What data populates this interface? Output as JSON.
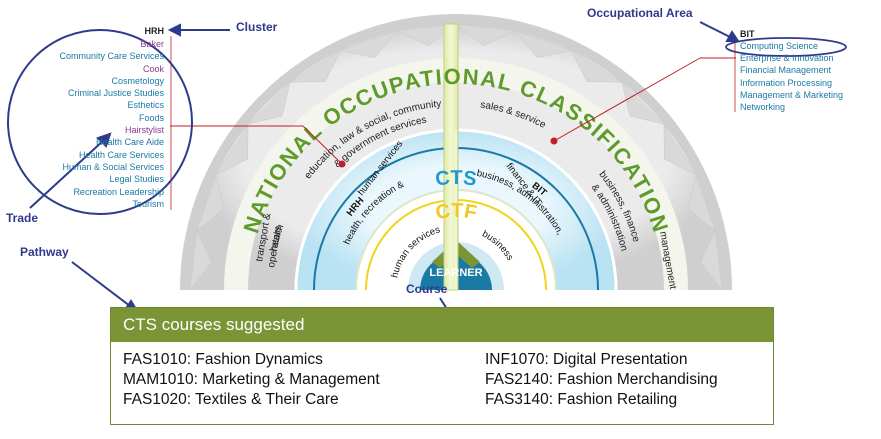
{
  "diagram": {
    "ring_title": "NATIONAL OCCUPATIONAL CLASSIFICATION",
    "outer_segments": [
      "health",
      "education, law & social, community",
      "& government services",
      "sales & service",
      "business, finance",
      "& administration",
      "transport &",
      "operators",
      "management"
    ],
    "cts_label": "CTS",
    "ctf_label": "CTF",
    "cts_segments": {
      "hrh_code": "HRH",
      "hrh_desc_1": "health, recreation &",
      "hrh_desc_2": "human services",
      "bit_code": "BIT",
      "bit_desc_1": "business, administration,",
      "bit_desc_2": "finance & IT"
    },
    "ctf_segments": [
      "human services",
      "business"
    ],
    "center_label": "LEARNER"
  },
  "cluster_list": {
    "code": "HRH",
    "items": [
      "Baker",
      "Community Care Services",
      "Cook",
      "Cosmetology",
      "Criminal Justice Studies",
      "Esthetics",
      "Foods",
      "Hairstylist",
      "Health Care Aide",
      "Health Care Services",
      "Human & Social Services",
      "Legal Studies",
      "Recreation Leadership",
      "Tourism"
    ]
  },
  "occupational_list": {
    "code": "BIT",
    "items": [
      "Computing Science",
      "Enterprise & Innovation",
      "Financial Management",
      "Information Processing",
      "Management & Marketing",
      "Networking"
    ]
  },
  "callouts": {
    "cluster": "Cluster",
    "occupational_area": "Occupational Area",
    "trade": "Trade",
    "pathway": "Pathway",
    "course": "Course"
  },
  "courses": {
    "title": "CTS courses suggested",
    "left": [
      "FAS1010: Fashion Dynamics",
      "MAM1010: Marketing & Management",
      "FAS1020: Textiles & Their Care"
    ],
    "right": [
      "INF1070: Digital Presentation",
      "FAS2140: Fashion Merchandising",
      "FAS3140: Fashion Retailing"
    ]
  },
  "colors": {
    "navy": "#2e3a8c",
    "green": "#7a9436",
    "teal": "#1a7aa5",
    "cts_blue": "#6fc3e4",
    "ctf_yellow": "#f2d21c",
    "red_line": "#c0202a",
    "purple": "#8a3a8c"
  }
}
